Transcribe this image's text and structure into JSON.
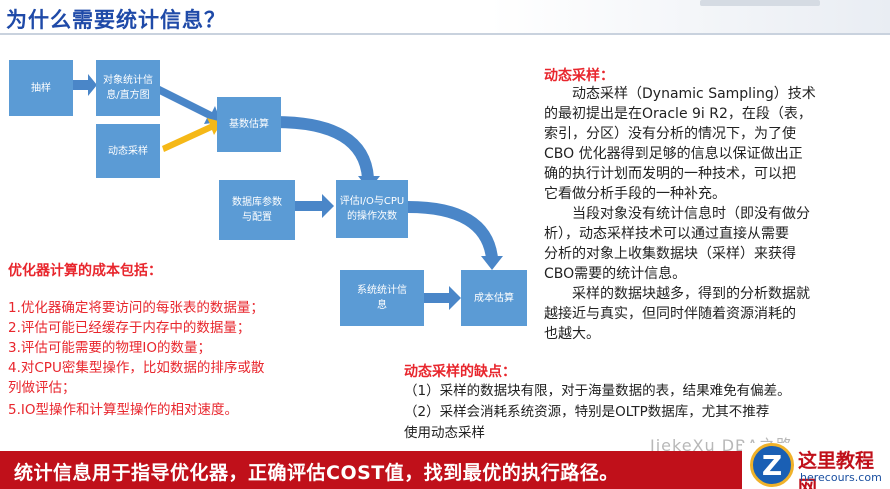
{
  "title": "为什么需要统计信息？",
  "diagram": {
    "box_sampling": "抽样",
    "box_stats_line1": "对象统计信",
    "box_stats_line2": "息/直方图",
    "box_dynamic": "动态采样",
    "box_base": "基数估算",
    "box_dbparams_line1": "数据库参数",
    "box_dbparams_line2": "与配置",
    "box_io_line1": "评估I/O与CPU",
    "box_io_line2": "的操作次数",
    "box_sysstats_line1": "系统统计信",
    "box_sysstats_line2": "息",
    "box_cost": "成本估算"
  },
  "cost_section": {
    "heading": "优化器计算的成本包括：",
    "items": [
      "1.优化器确定将要访问的每张表的数据量；",
      "2.评估可能已经缓存于内存中的数据量；",
      "3.评估可能需要的物理IO的数量；",
      "4.对CPU密集型操作，比如数据的排序或散",
      "列做评估；",
      "5.IO型操作和计算型操作的相对速度。"
    ]
  },
  "dynamic_section": {
    "heading": "动态采样：",
    "lines": [
      "　　动态采样（Dynamic Sampling）技术",
      "的最初提出是在Oracle 9i R2，在段（表，",
      "索引，分区）没有分析的情况下，为了使",
      "CBO 优化器得到足够的信息以保证做出正",
      "确的执行计划而发明的一种技术，可以把",
      "它看做分析手段的一种补充。",
      "　　当段对象没有统计信息时（即没有做分",
      "析），动态采样技术可以通过直接从需要",
      "分析的对象上收集数据块（采样）来获得",
      "CBO需要的统计信息。",
      "　　采样的数据块越多，得到的分析数据就",
      "越接近与真实，但同时伴随着资源消耗的",
      "也越大。"
    ]
  },
  "drawback_section": {
    "heading": "动态采样的缺点：",
    "lines": [
      "（1）采样的数据块有限，对于海量数据的表，结果难免有偏差。",
      "（2）采样会消耗系统资源，特别是OLTP数据库，尤其不推荐",
      "使用动态采样"
    ]
  },
  "banner": "统计信息用于指导优化器，正确评估COST值，找到最优的执行路径。",
  "watermark": "JiekeXu DBA之路",
  "logo": {
    "main": "这里教程网",
    "sub": "herecours.com",
    "glyph": "Z"
  },
  "colors": {
    "box": "#5b9bd5",
    "arrow": "#4a86c8",
    "highlight_arrow": "#f5b817",
    "red": "#e8262d",
    "banner": "#c0101a",
    "title": "#1f4aa8"
  }
}
